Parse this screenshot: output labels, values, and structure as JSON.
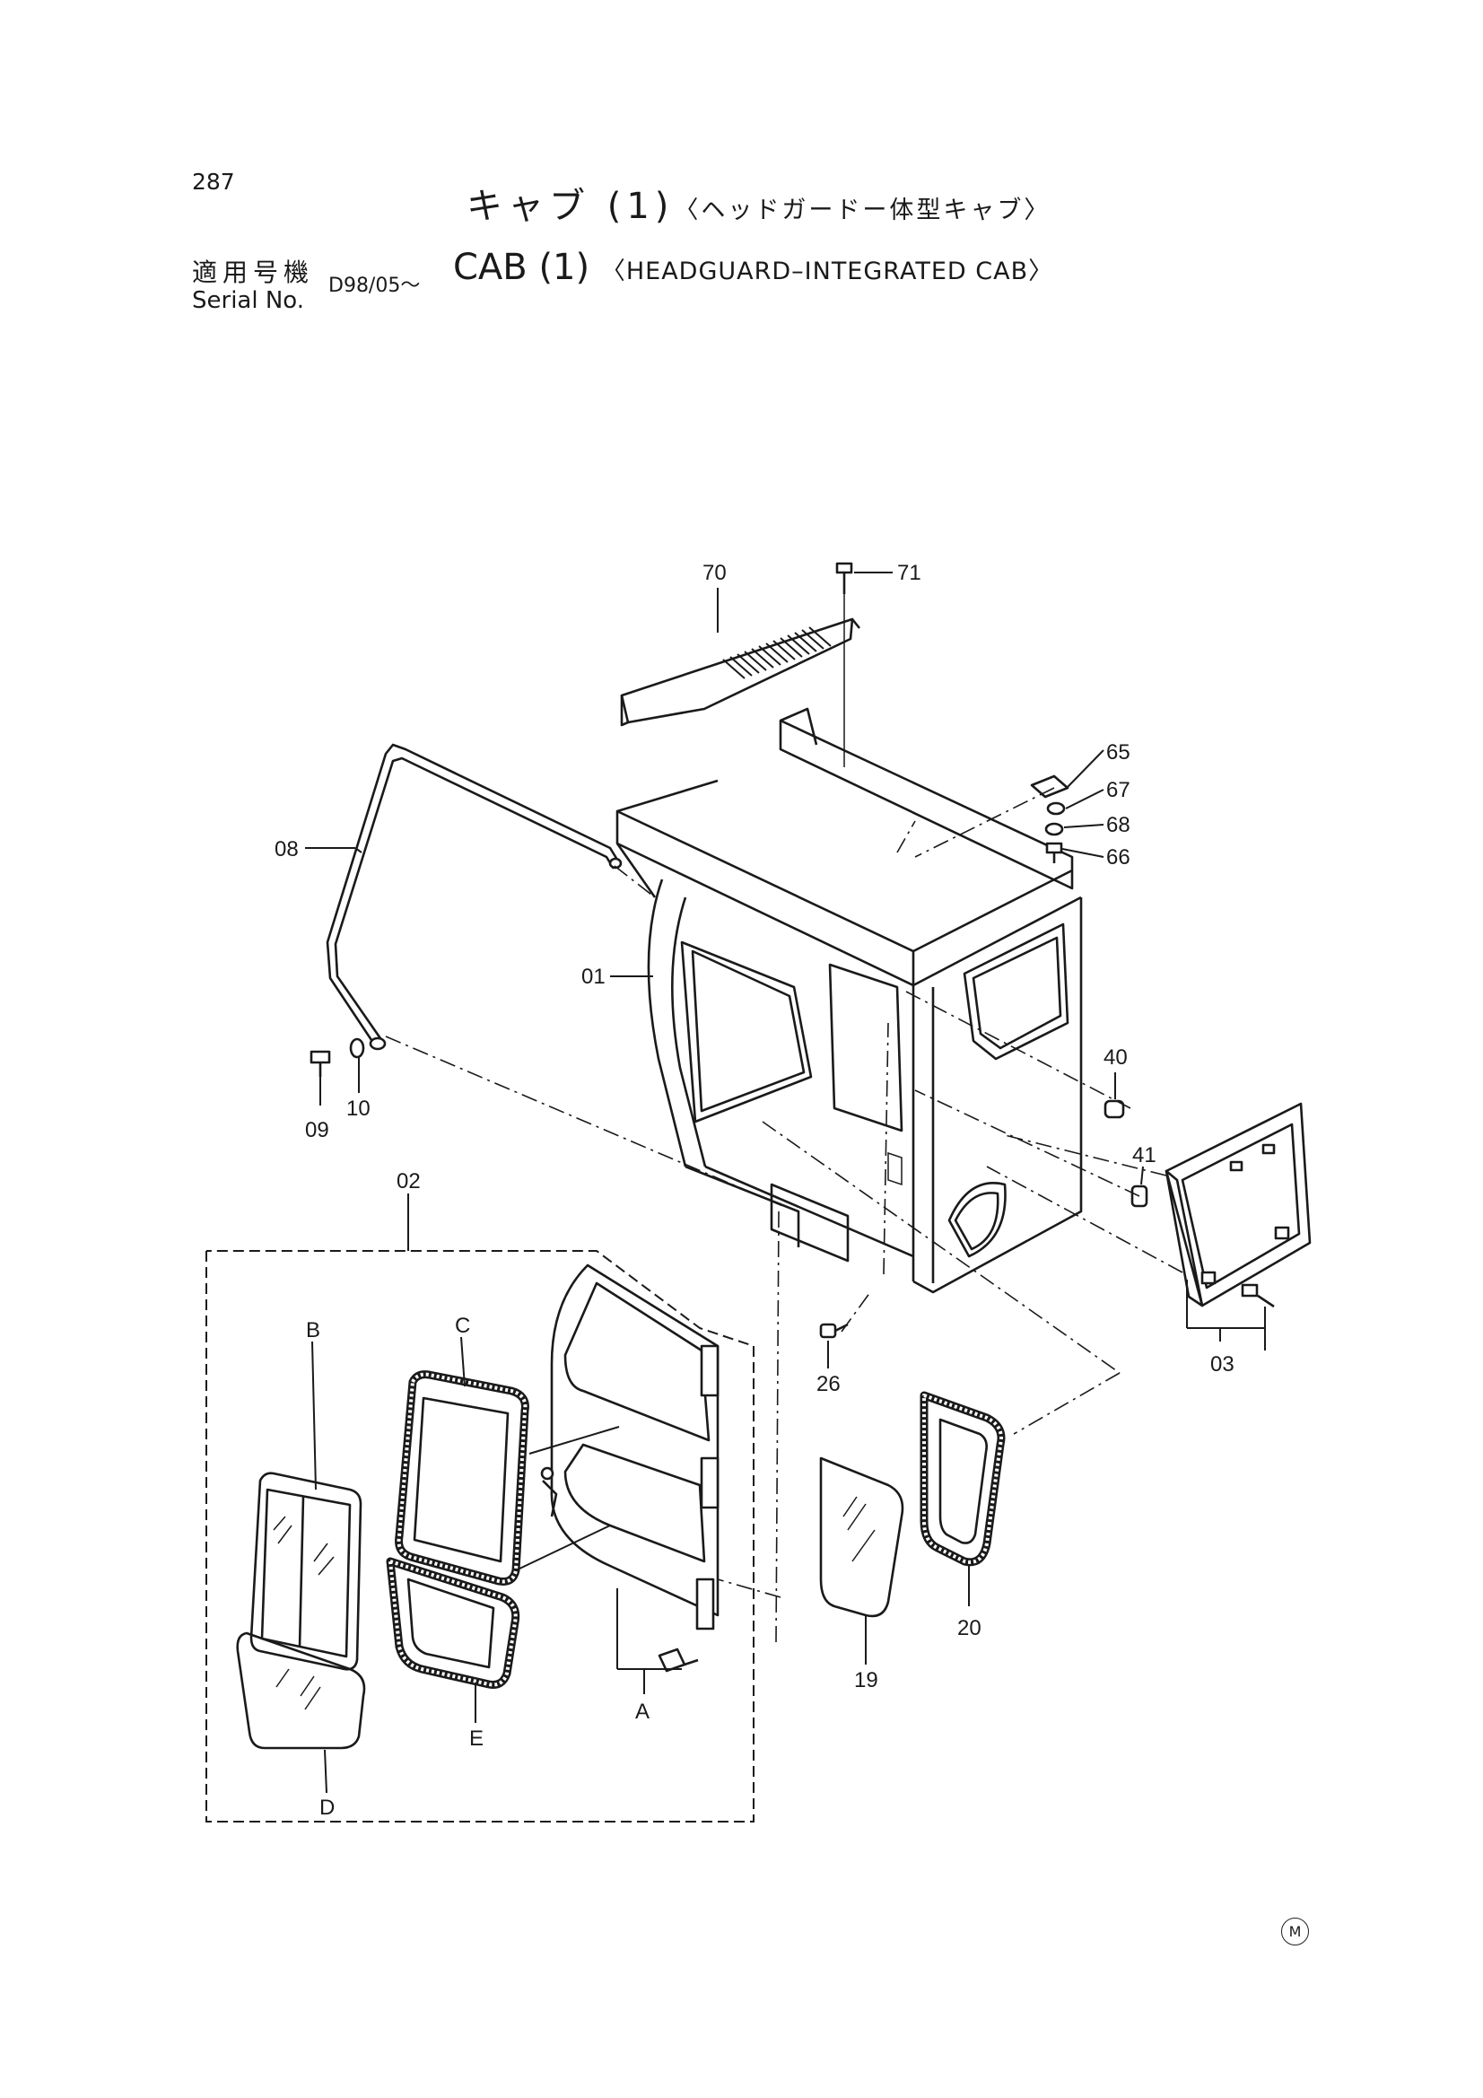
{
  "header": {
    "page_number": "287",
    "title_jp": "キャブ (1)",
    "title_jp_sub": "〈ヘッドガードー体型キャブ〉",
    "serial_label_jp": "適用号機",
    "serial_label_en": "Serial No.",
    "serial_value": "D98/05～",
    "title_en": "CAB (1)",
    "title_en_sub": "〈HEADGUARD–INTEGRATED CAB〉"
  },
  "callouts": {
    "p01": "01",
    "p02": "02",
    "p03": "03",
    "p08": "08",
    "p09": "09",
    "p10": "10",
    "p19": "19",
    "p20": "20",
    "p26": "26",
    "p40": "40",
    "p41": "41",
    "p65": "65",
    "p66": "66",
    "p67": "67",
    "p68": "68",
    "p70": "70",
    "p71": "71",
    "pA": "A",
    "pB": "B",
    "pC": "C",
    "pD": "D",
    "pE": "E"
  },
  "footer": {
    "mark": "M"
  }
}
